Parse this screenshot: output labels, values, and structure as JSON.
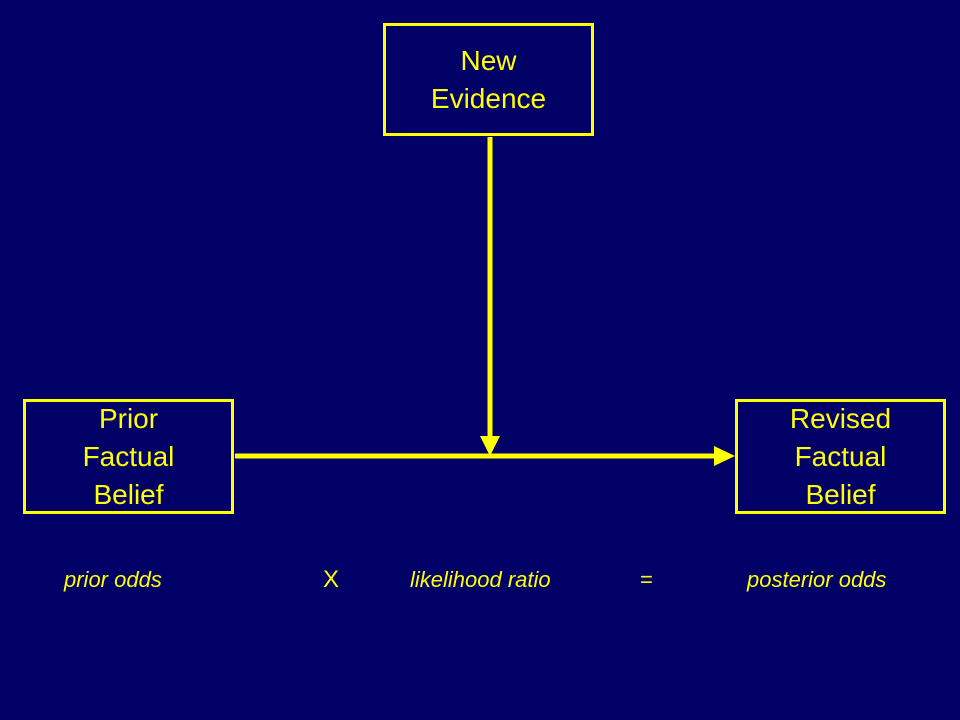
{
  "boxes": {
    "new_evidence": {
      "line1": "New",
      "line2": "Evidence"
    },
    "prior_belief": {
      "line1": "Prior",
      "line2": "Factual",
      "line3": "Belief"
    },
    "revised_belief": {
      "line1": "Revised",
      "line2": "Factual",
      "line3": "Belief"
    }
  },
  "formula": {
    "prior": "prior odds",
    "times": "X",
    "likelihood": "likelihood ratio",
    "equals": "=",
    "posterior": "posterior odds"
  },
  "colors": {
    "background": "#000066",
    "accent": "#ffff00"
  }
}
